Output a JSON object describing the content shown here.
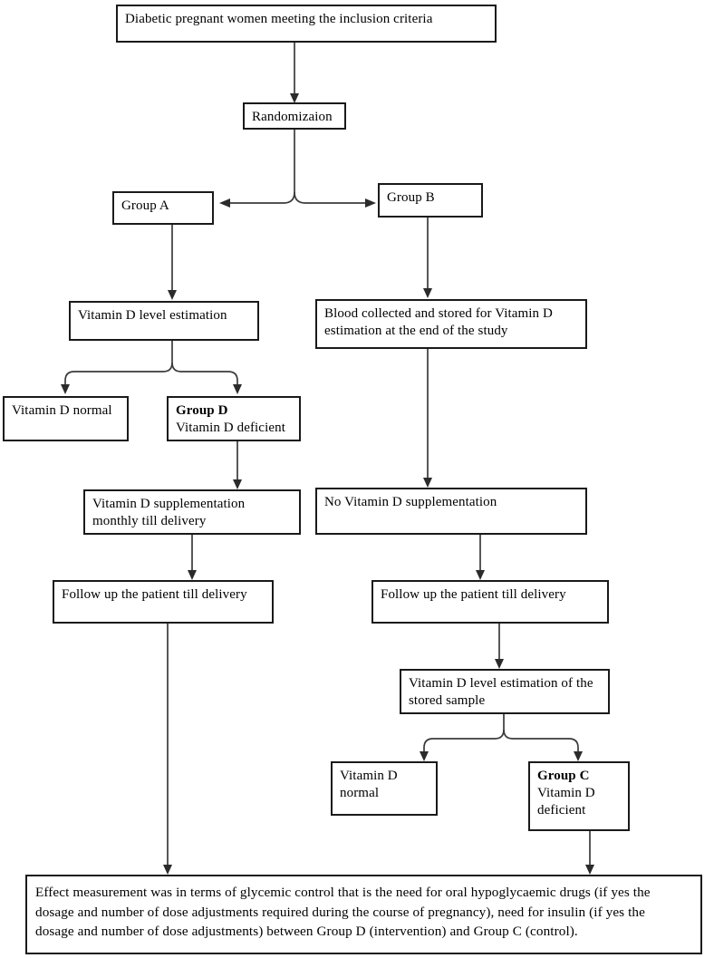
{
  "diagram": {
    "title": "Study design flowchart for vitamin D supplementation in diabetic pregnant women",
    "background_color": "#ffffff",
    "box_border_color": "#1a1a1a",
    "connector_color": "#3b3b3b",
    "text_color": "#000000"
  },
  "nodes": {
    "inclusion": {
      "text": "Diabetic pregnant women meeting the inclusion criteria"
    },
    "randomization": {
      "text": "Randomizaion"
    },
    "group_a": {
      "text": "Group A"
    },
    "group_b": {
      "text": "Group B"
    },
    "vitd_estimation_a": {
      "text": "Vitamin D level estimation"
    },
    "blood_collected_b": {
      "line1": "Blood collected and stored for Vitamin D",
      "line2": "estimation at the end of the study"
    },
    "vitd_normal_a": {
      "text": "Vitamin D normal"
    },
    "group_d": {
      "line1": "Group D",
      "line2": "Vitamin D deficient"
    },
    "vitd_supplementation": {
      "line1": "Vitamin D supplementation",
      "line2": "monthly till delivery"
    },
    "no_supplementation": {
      "text": "No Vitamin D supplementation"
    },
    "follow_up_left": {
      "text": "Follow up the patient till delivery"
    },
    "follow_up_right": {
      "text": "Follow up the patient till delivery"
    },
    "vitd_estimation_stored": {
      "line1": "Vitamin D level estimation of the",
      "line2": "stored sample"
    },
    "vitd_normal_c": {
      "line1": "Vitamin D",
      "line2": "normal"
    },
    "group_c": {
      "line1": "Group C",
      "line2": "Vitamin D",
      "line3": "deficient"
    },
    "effect_measurement": {
      "line1": "Effect measurement was in terms of glycemic control that is the need for oral hypoglycaemic drugs (if yes the",
      "line2": "dosage and number of dose adjustments required during the course of pregnancy), need for insulin (if yes the",
      "line3": "dosage and number of dose adjustments) between Group D (intervention) and Group C (control)."
    }
  }
}
